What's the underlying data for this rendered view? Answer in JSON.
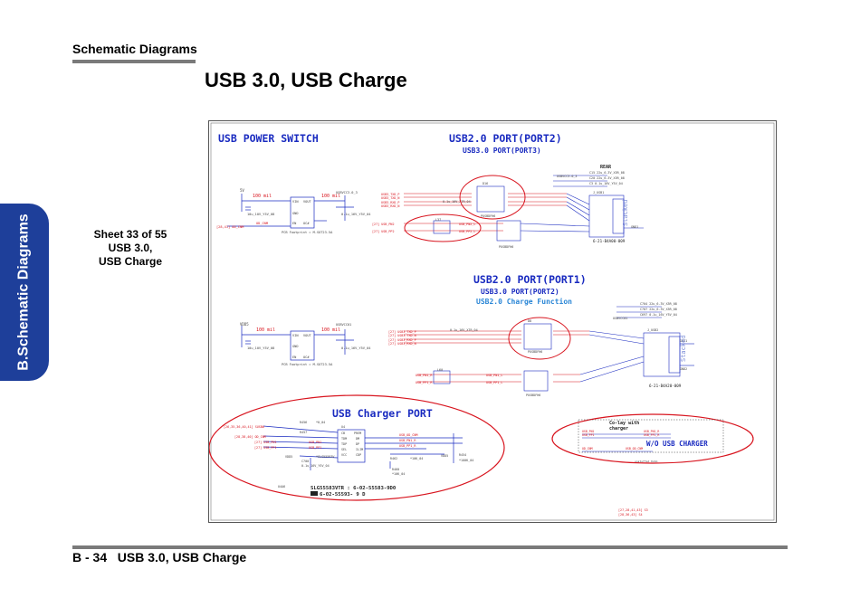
{
  "header": {
    "section_title": "Schematic Diagrams"
  },
  "page_title": "USB 3.0, USB Charge",
  "side_tab": {
    "label": "B.Schematic Diagrams"
  },
  "sheet_info": {
    "line1": "Sheet 33 of 55",
    "line2": "USB 3.0,",
    "line3": "USB Charge"
  },
  "schematic": {
    "power_switch": {
      "heading": "USB POWER SWITCH"
    },
    "port2": {
      "heading": "USB2.0 PORT(PORT2)",
      "subheading": "USB3.0 PORT(PORT3)",
      "rear_label": "REAR",
      "connector_pn": "6-21-B4A00-009"
    },
    "port1": {
      "heading": "USB2.0 PORT(PORT1)",
      "subheading": "USB3.0 PORT(PORT2)",
      "function_label": "USB2.0 Charge Function",
      "connector_pn": "6-21-B4A20-009"
    },
    "charger": {
      "heading": "USB Charger PORT",
      "part_line1": "SLG55583VTR : 6-02-55583-9D0",
      "part_line2": "6-02-55593- 9 D"
    },
    "no_charger": {
      "label": "W/O USB CHARGER",
      "note_line1": "Co-lay with",
      "note_line2": "charger"
    },
    "trace_labels": {
      "current_100mil": "100 mil",
      "supply_5v": "5V",
      "vdd": "VDD5"
    },
    "colors": {
      "schematic_red": "#d8141e",
      "schematic_blue": "#1a2bc0",
      "schematic_cyan": "#2a86d6",
      "tab_blue": "#1e3f9a"
    }
  },
  "footer": {
    "page_number": "B - 34",
    "page_label": "USB 3.0, USB Charge"
  }
}
